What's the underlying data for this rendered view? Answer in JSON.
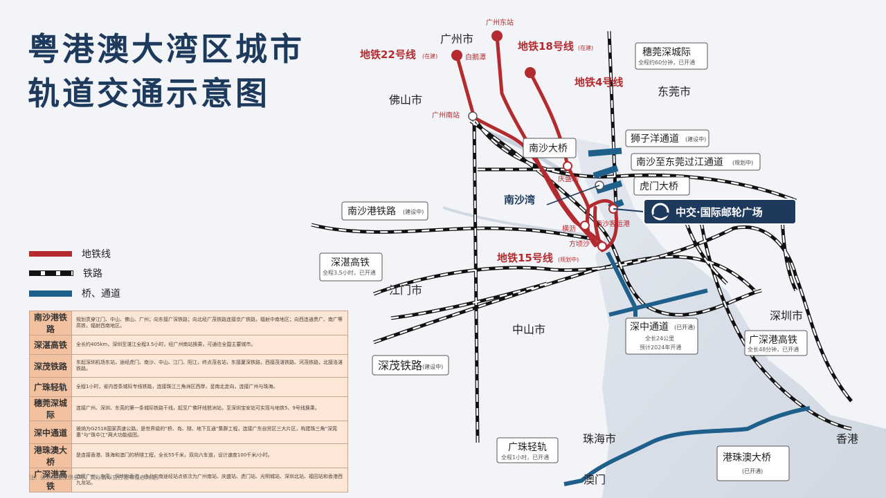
{
  "title": {
    "line1": "粤港澳大湾区城市",
    "line2": "轨道交通示意图"
  },
  "legend": [
    {
      "key": "metro",
      "label": "地铁线",
      "color": "#b32b2f"
    },
    {
      "key": "rail",
      "label": "铁路",
      "color": "#111111"
    },
    {
      "key": "bridge",
      "label": "桥、通道",
      "color": "#1f5f8b"
    }
  ],
  "table": [
    {
      "name": "南沙港铁路",
      "desc": "规划贯穿江门、中山、佛山、广州；向东接广深铁路；向北经广茂铁路连接京广铁路，辐射中南地区；向西连通贵广、南广等高铁，辐射西南地区。"
    },
    {
      "name": "深湛高铁",
      "desc": "全长约405km，深圳至湛江全程3.5小时，经广州南站换乘，可通往全国主要城市。"
    },
    {
      "name": "深茂铁路",
      "desc": "东起深圳机场东站，途经虎门、南沙、中山、江门、阳江，终点茂名站，东接厦深铁路，西接茂湛铁路、河茂铁路，北接洛湛铁路。"
    },
    {
      "name": "广珠轻轨",
      "desc": "全程1小时，省内首条城际专线铁路，连接珠江三角洲区西岸，呈南北走向，连接广州与珠海。"
    },
    {
      "name": "穗莞深城际",
      "desc": "连接广州、深圳、东莞的第一条城际铁路干线，起至广佛环线琶洲站，至深圳宝安站可实现与地铁5、9号线换乘。"
    },
    {
      "name": "深中通道",
      "desc": "被纳为G2518国家高速公路，是世界级的“桥、岛、隧、地下互通”集群工程，连接广东自贸区三大片区，构建珠三角“深莞惠”与“珠中江”两大功能组团。"
    },
    {
      "name": "港珠澳大桥",
      "desc": "是连接香港、珠海和澳门的桥隧工程，全长55千米，双向六车道，设计速度100千米/小时。"
    },
    {
      "name": "广深港高铁",
      "desc": "连接广州、东莞、深圳和香港，由北向南途经站点依次为广州南站、庆盛站、虎门站、光明城站、深圳北站、福田站和香港西九龙站。"
    }
  ],
  "note": "注：该示意图仅供参考，实际请以官方发布信息为准。",
  "map": {
    "cities": {
      "guangzhou": "广州市",
      "foshan": "佛山市",
      "dongguan": "东莞市",
      "jiangmen": "江门市",
      "zhongshan": "中山市",
      "shenzhen": "深圳市",
      "zhuhai": "珠海市",
      "macau": "澳门",
      "hongkong": "香港"
    },
    "metro": {
      "l22": "地铁22号线",
      "l22_tag": "(在建)",
      "l18": "地铁18号线",
      "l18_tag": "(在建)",
      "l4": "地铁4号线",
      "l15": "地铁15号线",
      "l15_tag": "(规划中)"
    },
    "stations": {
      "gz_east": "广州东站",
      "baietan": "白鹅潭",
      "gz_south": "广州南站",
      "qingsheng": "庆盛站",
      "hengli": "横沥",
      "fanggeisha": "方顷沙",
      "ns_port": "南沙客运港"
    },
    "labels": {
      "huiguan": "穗莞深城际",
      "huiguan_sub": "全程约60分钟，已开通",
      "nansha_bridge": "南沙大桥",
      "shiziyang": "狮子洋通道",
      "shiziyang_tag": "(建设中)",
      "nansha_tunnel": "南沙至东莞过江通道",
      "nansha_tunnel_tag": "(规划中)",
      "humen": "虎门大桥",
      "nansha_bay": "南沙湾",
      "nansha_rail": "南沙港铁路",
      "nansha_rail_tag": "(建设中)",
      "shenzhan": "深湛高铁",
      "shenzhan_sub": "全程3.5小时，已开通",
      "shenmao": "深茂铁路",
      "shenmao_tag": "(建设中)",
      "shenzhong": "深中通道",
      "shenzhong_tag": "(已开通)",
      "shenzhong_sub1": "全长24公里",
      "shenzhong_sub2": "预计2024年开通",
      "gzsg": "广深港高铁",
      "gzsg_sub": "全长48分钟，已开通",
      "guangzhu": "广珠轻轨",
      "guangzhu_sub": "全程1小时，已开通",
      "hzm": "港珠澳大桥",
      "hzm_tag": "(已开通)"
    },
    "badge": "中交·国际邮轮广场"
  }
}
